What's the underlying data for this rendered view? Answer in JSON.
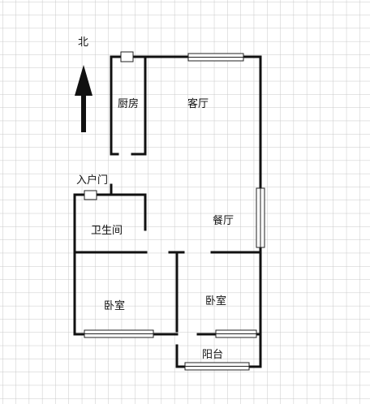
{
  "plan": {
    "north_label": "北",
    "rooms": {
      "kitchen": "厨房",
      "living_room": "客厅",
      "entrance": "入户门",
      "bathroom": "卫生间",
      "dining_room": "餐厅",
      "bedroom_left": "卧室",
      "bedroom_right": "卧室",
      "balcony": "阳台"
    }
  },
  "colors": {
    "grid": "#c8c8c8",
    "wall": "#111111",
    "background": "#ffffff"
  }
}
